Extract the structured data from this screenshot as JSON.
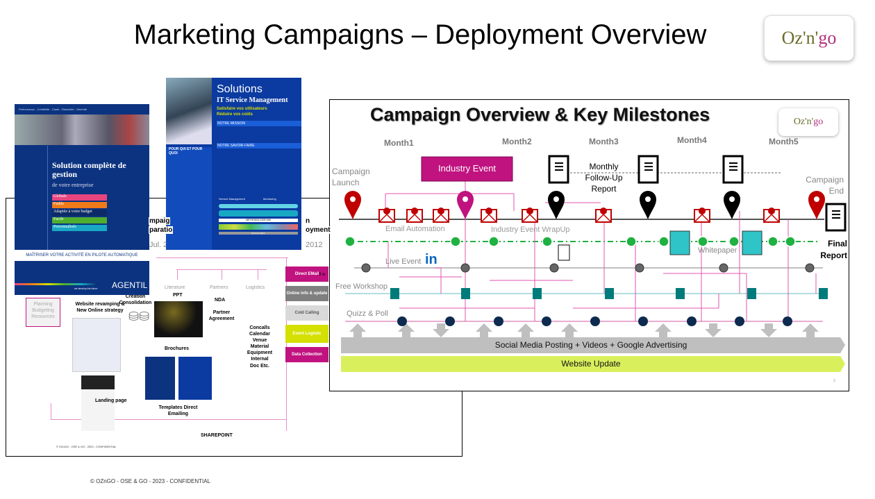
{
  "title": "Marketing Campaigns – Deployment Overview",
  "logo": {
    "text1": "Oz'n'",
    "text2": "go"
  },
  "footer": "© OZnGO - OSE & GO - 2023 - CONFIDENTIAL",
  "background_slide": {
    "partial_title_left1": "mpaig",
    "partial_title_left2": "paratio",
    "partial_title_right1": "n",
    "partial_title_right2": "oyment",
    "date_left": "Jul. 2",
    "date_right": "2012",
    "planning": [
      "Planning",
      "Budgeting",
      "Resources"
    ],
    "website": "Website revamping & New Online strategy",
    "creation": "Creation Consolidation",
    "literature": "Literature",
    "ppt": "PPT",
    "partners": "Partners",
    "nda": "NDA",
    "partner_agreement": "Partner Agreement",
    "logistics": "Logistics",
    "logistics_items": "Concalls Calendar Venue Material Equipment Internal Doc Etc.",
    "brochures": "Brochures",
    "landing": "Landing page",
    "templates": "Templates Direct Emailing",
    "sharepoint": "SHAREPOINT",
    "copyright": "© OZnGO - OSE & GO - 2023 - CONFIDENTIAL",
    "side": [
      {
        "label": "Direct EMail",
        "color": "#c0137f"
      },
      {
        "label": "Online info & update",
        "color": "#7f7f7f"
      },
      {
        "label": "Cold Calling",
        "color": "#d9d9d9"
      },
      {
        "label": "Event Logistic",
        "color": "#d4e000"
      },
      {
        "label": "Data Collection",
        "color": "#c0137f"
      }
    ],
    "side_note": "3 w"
  },
  "brochure1": {
    "tagline": "Performance - Crédibilité - Clarté - Réactivité - Sérénité",
    "title": "Solution complète de gestion",
    "subtitle": "de votre entreprise",
    "items": [
      {
        "label": "Globale",
        "color": "#e8457f"
      },
      {
        "label": "Fiable",
        "color": "#ef7a1a"
      },
      {
        "label": "Adaptée à votre budget",
        "color": "#0c2a66"
      },
      {
        "label": "Facile",
        "color": "#4fae2e"
      },
      {
        "label": "Personnalisée",
        "color": "#19a8c4"
      }
    ],
    "banner": "MAÎTRISER VOTRE ACTIVITÉ EN PILOTE AUTOMATIQUE",
    "slogan": "we develop the future",
    "brand": "AGENTIL"
  },
  "brochure2": {
    "title": "Solutions",
    "subtitle": "IT Service Management",
    "tag1": "Satisfaire vos utilisateurs",
    "tag2": "Réduire vos coûts",
    "mission": "NOTRE MISSION",
    "savoir": "NOTRE SAVOIR-FAIRE",
    "pourquoi": "POUR QUI ET POUR QUOI",
    "sm": "Service Management",
    "mon": "Monitoring",
    "method": "METHODOLOGIE AIM",
    "doc": "Documentation"
  },
  "front": {
    "title": "Campaign Overview & Key Milestones",
    "months": [
      "Month1",
      "Month2",
      "Month3",
      "Month4",
      "Month5"
    ],
    "campaign_launch": "Campaign Launch",
    "campaign_end": "Campaign End",
    "industry_event": "Industry Event",
    "monthly_report": "Monthly Follow-Up Report",
    "email_automation": "Email Automation",
    "wrapup": "Industry Event WrapUp",
    "live_event": "Live Event",
    "linkedin": "in",
    "whitepaper": "Whitepaper",
    "final_report": "Final Report",
    "free_workshop": "Free Workshop",
    "quiz": "Quizz & Poll",
    "social": "Social Media Posting + Videos + Google Advertising",
    "website": "Website Update",
    "page": "2",
    "colors": {
      "red": "#c00000",
      "magenta": "#c0137f",
      "green": "#1fb141",
      "teal": "#007b7b",
      "navy": "#0d2a4f",
      "lime": "#d9f05c"
    }
  }
}
